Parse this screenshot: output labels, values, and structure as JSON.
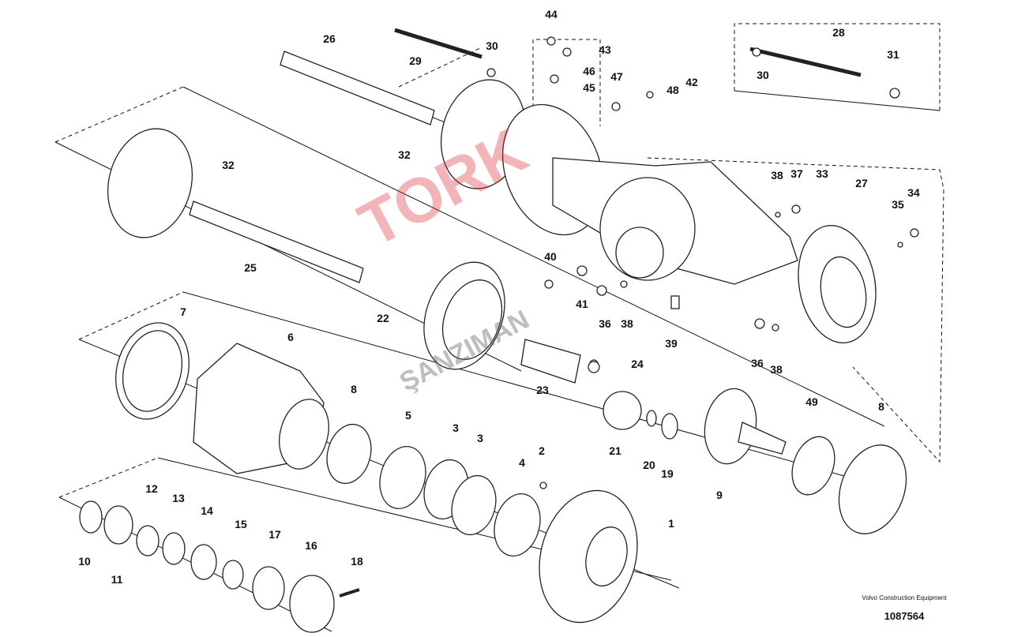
{
  "diagram": {
    "callouts": [
      {
        "id": "44",
        "num": "44"
      },
      {
        "id": "43",
        "num": "43"
      },
      {
        "id": "46",
        "num": "46"
      },
      {
        "id": "45",
        "num": "45"
      },
      {
        "id": "47",
        "num": "47"
      },
      {
        "id": "48",
        "num": "48"
      },
      {
        "id": "42",
        "num": "42"
      },
      {
        "id": "26",
        "num": "26"
      },
      {
        "id": "29",
        "num": "29"
      },
      {
        "id": "30a",
        "num": "30"
      },
      {
        "id": "28",
        "num": "28"
      },
      {
        "id": "31",
        "num": "31"
      },
      {
        "id": "30b",
        "num": "30"
      },
      {
        "id": "32a",
        "num": "32"
      },
      {
        "id": "32b",
        "num": "32"
      },
      {
        "id": "38a",
        "num": "38"
      },
      {
        "id": "37",
        "num": "37"
      },
      {
        "id": "33",
        "num": "33"
      },
      {
        "id": "27",
        "num": "27"
      },
      {
        "id": "34",
        "num": "34"
      },
      {
        "id": "35",
        "num": "35"
      },
      {
        "id": "25",
        "num": "25"
      },
      {
        "id": "40",
        "num": "40"
      },
      {
        "id": "41",
        "num": "41"
      },
      {
        "id": "36a",
        "num": "36"
      },
      {
        "id": "38b",
        "num": "38"
      },
      {
        "id": "39",
        "num": "39"
      },
      {
        "id": "22",
        "num": "22"
      },
      {
        "id": "24",
        "num": "24"
      },
      {
        "id": "23",
        "num": "23"
      },
      {
        "id": "36b",
        "num": "36"
      },
      {
        "id": "38c",
        "num": "38"
      },
      {
        "id": "7",
        "num": "7"
      },
      {
        "id": "6",
        "num": "6"
      },
      {
        "id": "8a",
        "num": "8"
      },
      {
        "id": "5",
        "num": "5"
      },
      {
        "id": "3a",
        "num": "3"
      },
      {
        "id": "3b",
        "num": "3"
      },
      {
        "id": "4",
        "num": "4"
      },
      {
        "id": "2",
        "num": "2"
      },
      {
        "id": "21",
        "num": "21"
      },
      {
        "id": "20",
        "num": "20"
      },
      {
        "id": "19",
        "num": "19"
      },
      {
        "id": "9",
        "num": "9"
      },
      {
        "id": "49",
        "num": "49"
      },
      {
        "id": "8b",
        "num": "8"
      },
      {
        "id": "1",
        "num": "1"
      },
      {
        "id": "12",
        "num": "12"
      },
      {
        "id": "13",
        "num": "13"
      },
      {
        "id": "14",
        "num": "14"
      },
      {
        "id": "15",
        "num": "15"
      },
      {
        "id": "17",
        "num": "17"
      },
      {
        "id": "16",
        "num": "16"
      },
      {
        "id": "18",
        "num": "18"
      },
      {
        "id": "10",
        "num": "10"
      },
      {
        "id": "11",
        "num": "11"
      }
    ],
    "credit": "Volvo Construction Equipment",
    "drawing_number": "1087564",
    "watermark": "TORK ŞANZIMAN"
  }
}
